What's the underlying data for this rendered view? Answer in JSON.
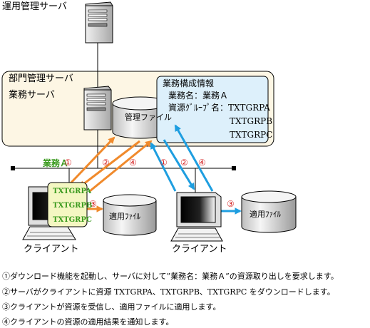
{
  "labels": {
    "ops_server": "運用管理サーバ",
    "dept_server": "部門管理サーバ",
    "biz_server": "業務サーバ",
    "mgmt_file": "管理ファイル",
    "info_title": "業務構成情報",
    "info_name": "業務名：業務Ａ",
    "info_group": "資源ｸﾞﾙｰﾌﾟ名：TXTGRPA",
    "info_grp_b": "TXTGRPB",
    "info_grp_c": "TXTGRPC",
    "business_a": "業務Ａ",
    "res_a": "TXTGRPA",
    "res_b": "TXTGRPB",
    "res_c": "TXTGRPC",
    "apply_file_left": "適用ﾌｧｲﾙ",
    "apply_file_right": "適用ﾌｧｲﾙ",
    "client_left": "クライアント",
    "client_right": "クライアント"
  },
  "steps": {
    "s1": "①",
    "s2": "②",
    "s3": "③",
    "s4": "④"
  },
  "notes": [
    "①ダウンロード機能を起動し、サーバに対して”業務名：業務Ａ”の資源取り出しを要求します。",
    "②サーバがクライアントに資源 TXTGRPA、TXTGRPB、TXTGRPC をダウンロードします。",
    "③クライアントが資源を受信し、適用ファイルに適用します。",
    "④クライアントの資源の適用結果を通知します。"
  ],
  "colors": {
    "orange": "#f08a2c",
    "blue": "#1e9ee0",
    "green_text": "#3a9a1e",
    "red_text": "#d42020",
    "panel": "#fdf6e4",
    "info": "#ddf0fb",
    "res_box": "#f4f7c2"
  }
}
